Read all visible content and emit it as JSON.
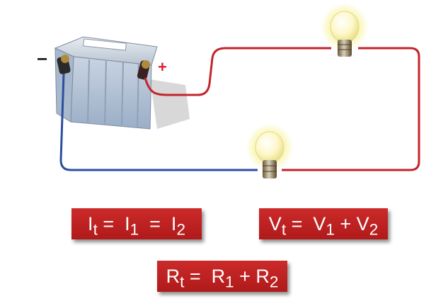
{
  "battery": {
    "negative_sign": "−",
    "positive_sign": "+"
  },
  "colors": {
    "wire_positive": "#c4242b",
    "wire_negative": "#2c4f9e",
    "formula_box": "#bb2222",
    "bulb_glow": "#f6f08a"
  },
  "formulas": {
    "current": {
      "lhs": "I",
      "lhs_sub": "t",
      "eq": " =  ",
      "t1": "I",
      "t1_sub": "1",
      "op": "  =  ",
      "t2": "I",
      "t2_sub": "2"
    },
    "voltage": {
      "lhs": "V",
      "lhs_sub": "t",
      "eq": " =  ",
      "t1": "V",
      "t1_sub": "1",
      "op": " + ",
      "t2": "V",
      "t2_sub": "2"
    },
    "resistance": {
      "lhs": "R",
      "lhs_sub": "t",
      "eq": " =  ",
      "t1": "R",
      "t1_sub": "1",
      "op": " + ",
      "t2": "R",
      "t2_sub": "2"
    }
  }
}
